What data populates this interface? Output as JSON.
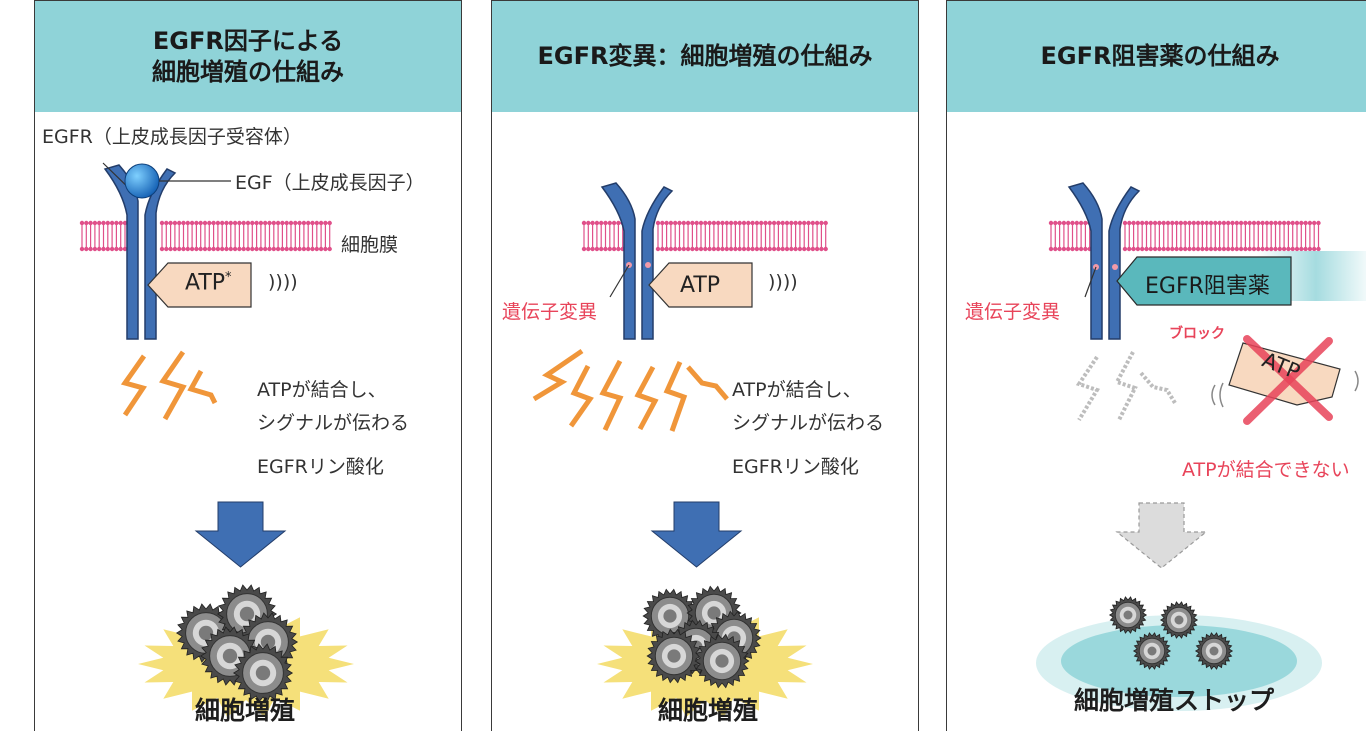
{
  "colors": {
    "header_bg": "#8fd3d8",
    "receptor": "#3f6fb3",
    "membrane": "#e0508a",
    "signal": "#f0963a",
    "arrow": "#3f6fb3",
    "atp_box": "#f8d9c0",
    "inhibitor_box": "#5ab8bc",
    "mutation_text": "#e8445a",
    "burst": "#f5e07a",
    "stop_oval": "#8fd3d8"
  },
  "panels": [
    {
      "title_line1": "EGFR因子による",
      "title_line2": "細胞増殖の仕組み",
      "egfr_label": "EGFR（上皮成長因子受容体）",
      "egf_label": "EGF（上皮成長因子）",
      "membrane_label": "細胞膜",
      "atp_label": "ATP",
      "atp_mark": "*",
      "vibration": "))))",
      "desc_line1": "ATPが結合し、",
      "desc_line2": "シグナルが伝わる",
      "desc_line3": "EGFRリン酸化",
      "result": "細胞増殖"
    },
    {
      "title": "EGFR変異：細胞増殖の仕組み",
      "mutation_label": "遺伝子変異",
      "atp_label": "ATP",
      "vibration": "))))",
      "desc_line1": "ATPが結合し、",
      "desc_line2": "シグナルが伝わる",
      "desc_line3": "EGFRリン酸化",
      "result": "細胞増殖"
    },
    {
      "title": "EGFR阻害薬の仕組み",
      "mutation_label": "遺伝子変異",
      "inhibitor_label": "EGFR阻害薬",
      "block_label": "ブロック",
      "atp_label": "ATP",
      "cannot_bind": "ATPが結合できない",
      "result": "細胞増殖ストップ"
    }
  ]
}
